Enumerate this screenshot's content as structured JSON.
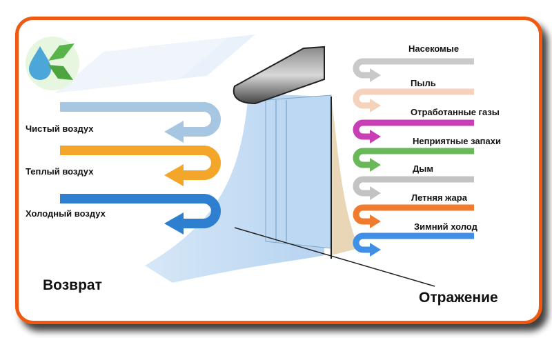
{
  "left_labels": [
    "Чистый воздух",
    "Теплый воздух",
    "Холодный воздух"
  ],
  "left_colors": [
    "#a7c6e2",
    "#f3a62a",
    "#2f7fd0"
  ],
  "right_labels": [
    "Насекомые",
    "Пыль",
    "Отработанные газы",
    "Неприятные запахи",
    "Дым",
    "Летняя жара",
    "Зимний холод"
  ],
  "right_colors": [
    "#c9c9c9",
    "#f4d2bc",
    "#c83eb4",
    "#6ab85a",
    "#c3c3c3",
    "#f07b2e",
    "#3f8fe6"
  ],
  "bottom": {
    "left": "Возврат",
    "right": "Отражение"
  },
  "accent": "#ee5a12",
  "logo_icon": "water-leaf-logo-icon"
}
